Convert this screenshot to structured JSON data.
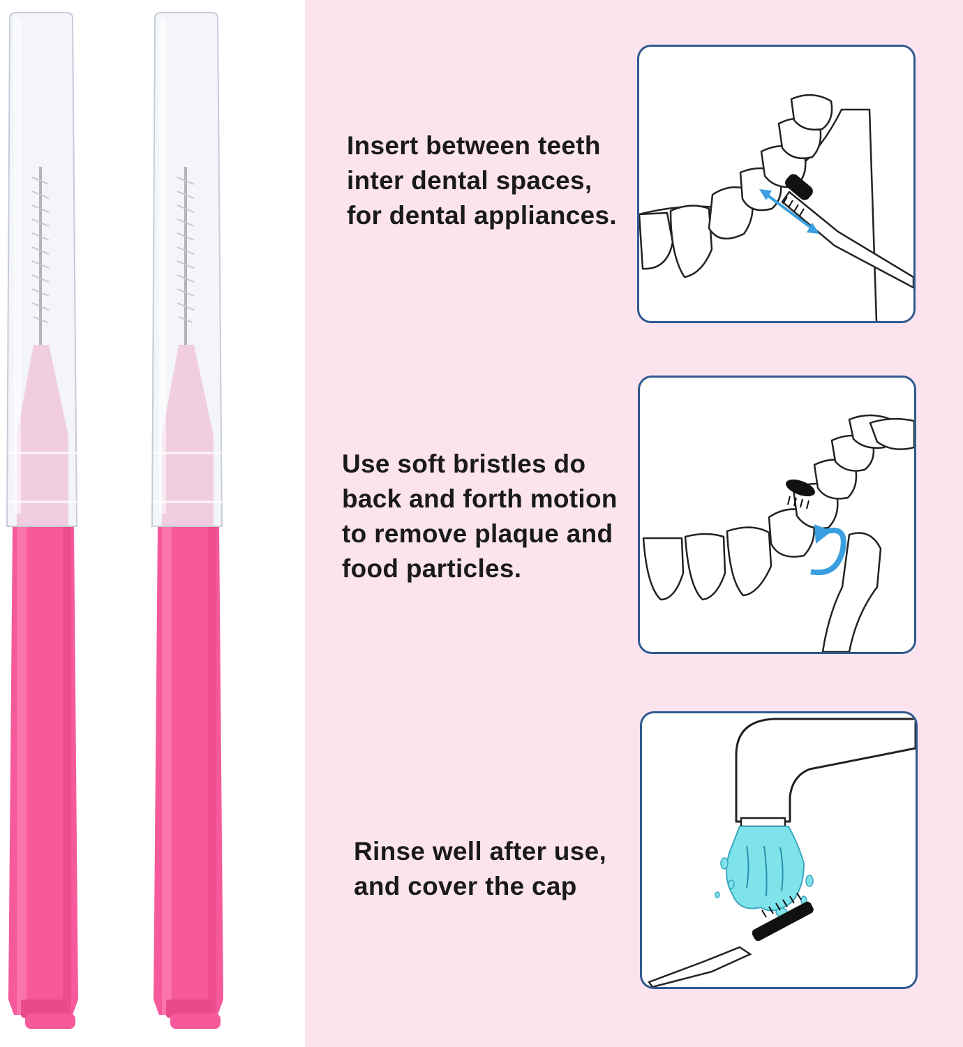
{
  "steps": [
    {
      "text": "Insert between teeth inter dental spaces, for dental appliances.",
      "illustration": "interdental-insertion-icon"
    },
    {
      "text": "Use soft bristles do back and forth motion to remove plaque and food particles.",
      "illustration": "back-forth-motion-icon"
    },
    {
      "text": "Rinse well after use, and cover the cap",
      "illustration": "rinse-under-tap-icon"
    }
  ],
  "products": [
    {
      "name": "interdental-brush",
      "handle_color": "#f65a9a",
      "cap": "transparent"
    },
    {
      "name": "interdental-brush",
      "handle_color": "#f65a9a",
      "cap": "transparent"
    }
  ],
  "colors": {
    "panel_background": "#fce4ef",
    "card_border": "#2f5a8e",
    "handle_pink": "#f65a9a",
    "accent_blue": "#3a9fe0",
    "water_cyan": "#7fe3ea",
    "text": "#1a1a1a"
  }
}
